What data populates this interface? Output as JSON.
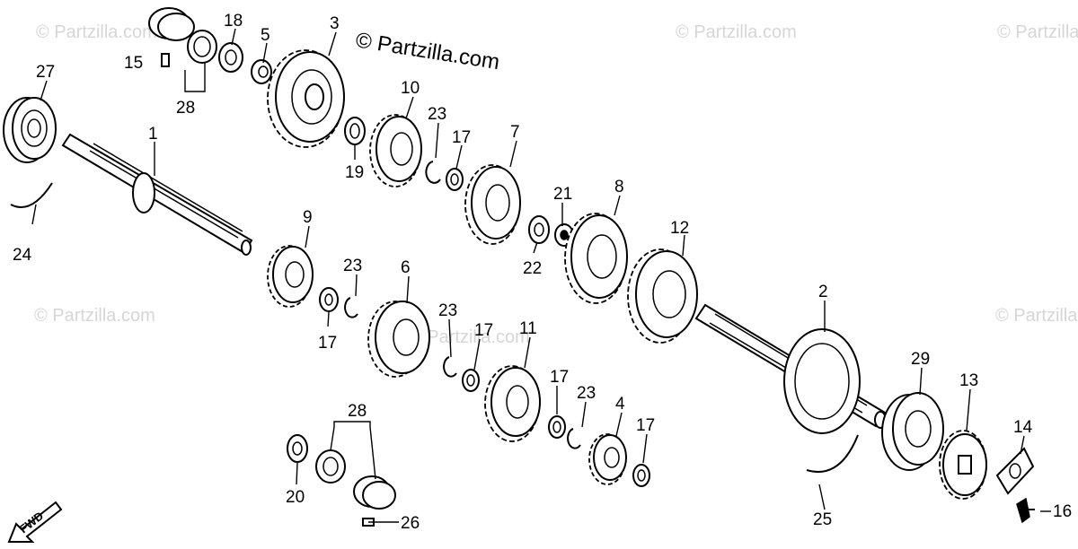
{
  "copyright": "© Partzilla.com",
  "watermark": "© Partzilla.com",
  "direction_label": "FWD",
  "callouts": [
    "1",
    "2",
    "3",
    "4",
    "5",
    "6",
    "7",
    "8",
    "9",
    "10",
    "11",
    "12",
    "13",
    "14",
    "15",
    "16",
    "17",
    "18",
    "19",
    "20",
    "21",
    "22",
    "23",
    "24",
    "25",
    "26",
    "27",
    "28",
    "29"
  ],
  "colors": {
    "ink": "#000000",
    "paper": "#ffffff",
    "watermark": "#d6d6d6"
  }
}
